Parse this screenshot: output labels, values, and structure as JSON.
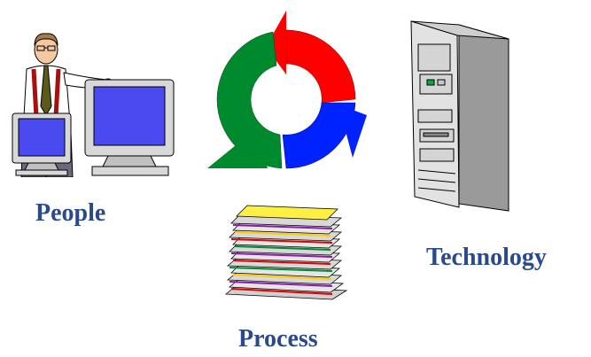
{
  "labels": {
    "people": "People",
    "process": "Process",
    "technology": "Technology"
  },
  "icons": {
    "people": "person-with-computer-icon",
    "cycle": "cycle-arrows-icon",
    "process": "document-stack-icon",
    "technology": "server-tower-icon"
  },
  "colors": {
    "label_text": "#2b4a8e",
    "arrow_red": "#ff0000",
    "arrow_blue": "#0022ff",
    "arrow_green": "#008a2e",
    "monitor_screen": "#4a4af0",
    "stack_top": "#ffee44"
  }
}
